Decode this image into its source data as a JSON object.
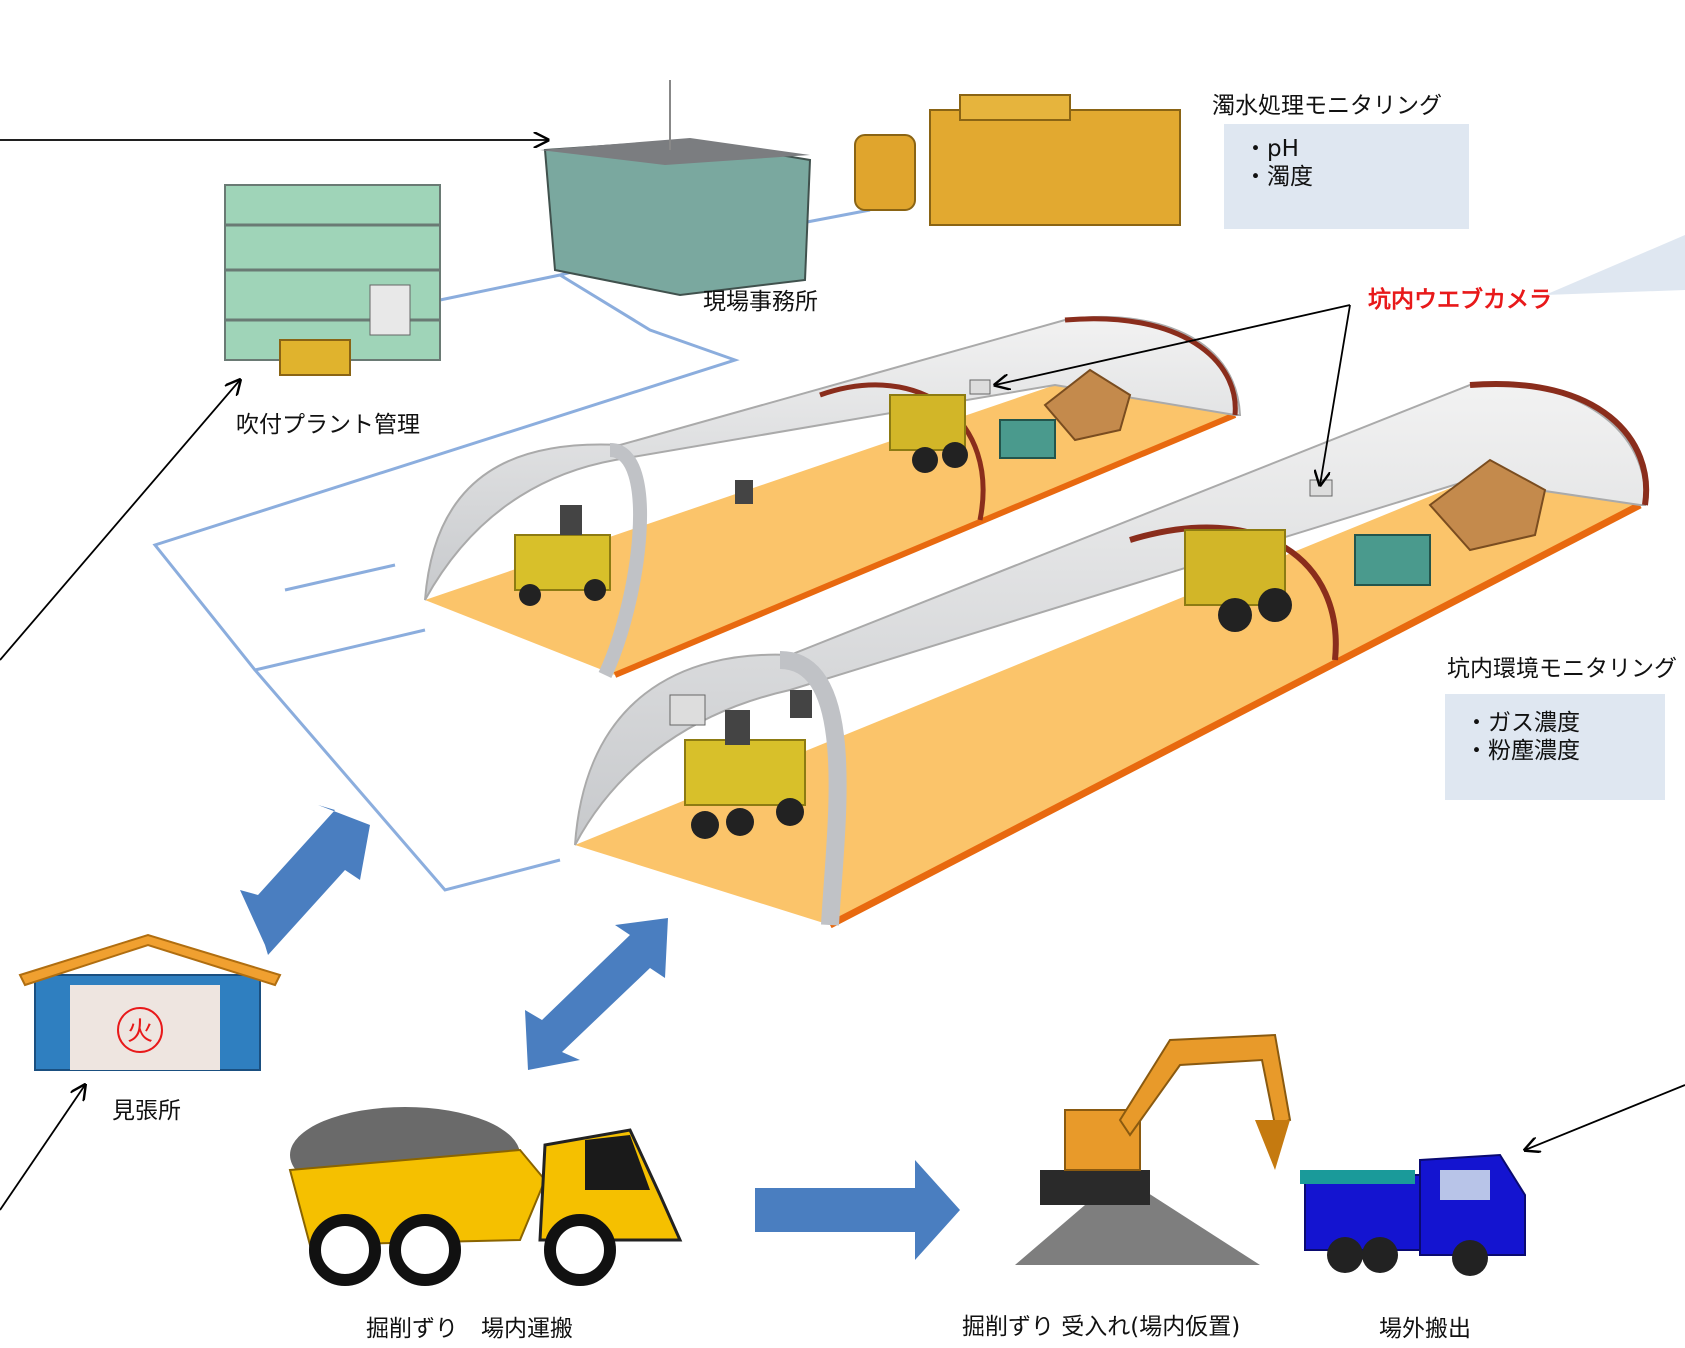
{
  "labels": {
    "water_treatment": "濁水処理モニタリング",
    "site_office": "現場事務所",
    "shotcrete_plant": "吹付プラント管理",
    "web_camera": "坑内ウエブカメラ",
    "tunnel_env": "坑内環境モニタリング",
    "watch_station": "見張所",
    "muck_transport": "掘削ずり　場内運搬",
    "muck_receive": "掘削ずり 受入れ(場内仮置)",
    "off_site": "場外搬出"
  },
  "water_items": [
    "・pH",
    "・濁度"
  ],
  "env_items": [
    "・ガス濃度",
    "・粉塵濃度"
  ],
  "fire_mark": "火",
  "colors": {
    "floor": "#fbc46a",
    "floor_edge": "#e8690f",
    "network_line": "#5b8bd0",
    "double_arrow": "#4a7ec0",
    "label_box": "#dfe7f1",
    "highlight_text": "#e8191a",
    "equipment_yellow": "#e0b32d",
    "dump_truck_blue": "#1414d0"
  }
}
